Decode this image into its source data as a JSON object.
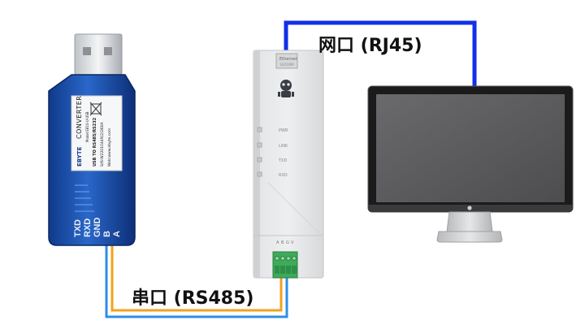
{
  "labels": {
    "network_port": "网口 (RJ45)",
    "serial_port": "串口 (RS485)"
  },
  "usb_converter": {
    "brand": "EBYTE",
    "title": "CONVERTER",
    "model": "Model:E810-U-USB",
    "subtitle": "USB TO RS485/RS232",
    "serial": "S/N:W22010449(2)360A",
    "web": "Web:www.ebyte.com",
    "pins": [
      "TXD",
      "RXD",
      "GND",
      "B",
      "A"
    ]
  },
  "gateway": {
    "ethernet_label": "Ethernet",
    "ethernet_sub": "10/100M",
    "leds": [
      "PWR",
      "LINK",
      "TXD",
      "RXD"
    ],
    "terminal_labels": [
      "A",
      "B",
      "G",
      "V"
    ]
  },
  "colors": {
    "ethernet_cable": "#1230e8",
    "serial_cable_orange": "#f2a21c",
    "serial_cable_blue": "#2d8ee6",
    "usb_body": "#1d4fa8",
    "terminal_green": "#3dab5a"
  }
}
